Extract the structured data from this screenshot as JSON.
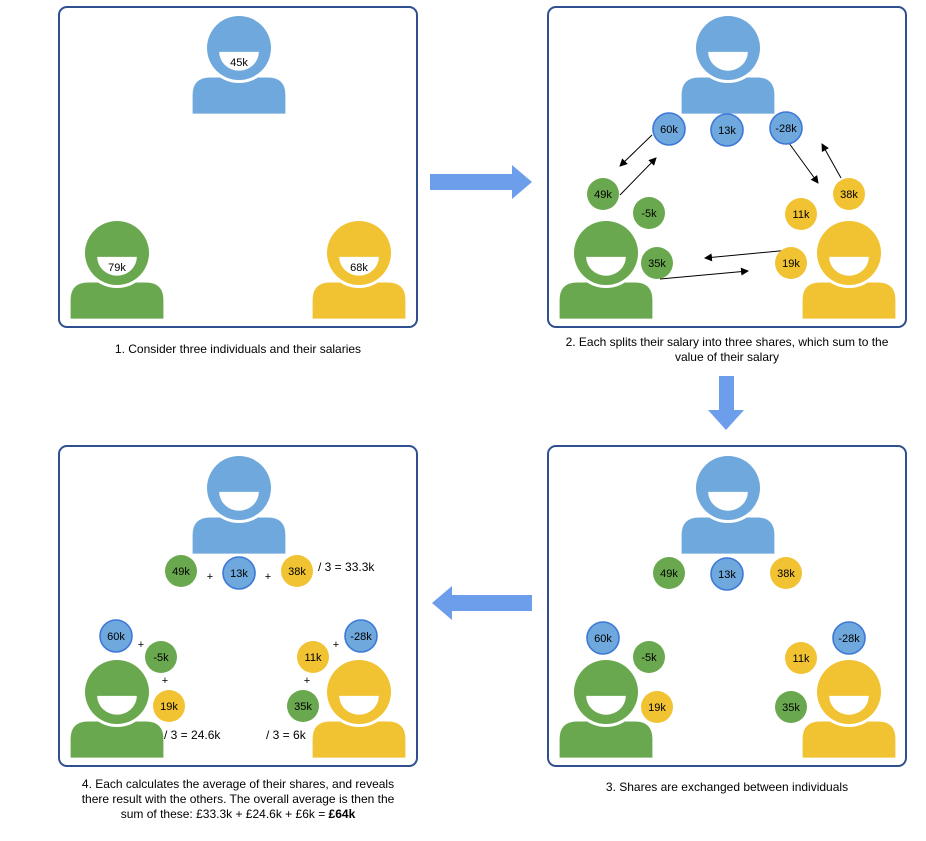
{
  "colors": {
    "blue": "#6fa8dc",
    "blue_border": "#3d78d8",
    "green": "#6aa84f",
    "yellow": "#f1c232",
    "arrow": "#6d9eeb",
    "panel_border": "#2f4f8f"
  },
  "panel1": {
    "blue_salary": "45k",
    "green_salary": "79k",
    "yellow_salary": "68k",
    "caption": "1. Consider three individuals and their salaries"
  },
  "panel2": {
    "blue_shares": [
      "60k",
      "13k",
      "-28k"
    ],
    "green_shares": [
      "49k",
      "-5k",
      "35k"
    ],
    "yellow_shares": [
      "38k",
      "11k",
      "19k"
    ],
    "caption_line1": "2. Each splits their salary into three shares, which sum to the",
    "caption_line2": "value of their salary"
  },
  "panel3": {
    "blue_received": [
      "49k",
      "13k",
      "38k"
    ],
    "green_received": [
      "60k",
      "-5k",
      "19k"
    ],
    "yellow_received": [
      "11k",
      "-28k",
      "35k"
    ],
    "caption": "3. Shares are exchanged between individuals"
  },
  "panel4": {
    "blue_sum": [
      "49k",
      "13k",
      "38k"
    ],
    "blue_result": "/ 3 = 33.3k",
    "green_sum": [
      "60k",
      "-5k",
      "19k"
    ],
    "green_result": "/ 3 = 24.6k",
    "yellow_sum": [
      "11k",
      "-28k",
      "35k"
    ],
    "yellow_result": "/ 3 = 6k",
    "plus": "+",
    "caption_line1": "4. Each calculates the average of their shares, and reveals",
    "caption_line2": "there result with the others. The overall average is then the",
    "caption_line3_prefix": "sum of these: £33.3k + £24.6k + £6k = ",
    "caption_line3_bold": "£64k"
  }
}
